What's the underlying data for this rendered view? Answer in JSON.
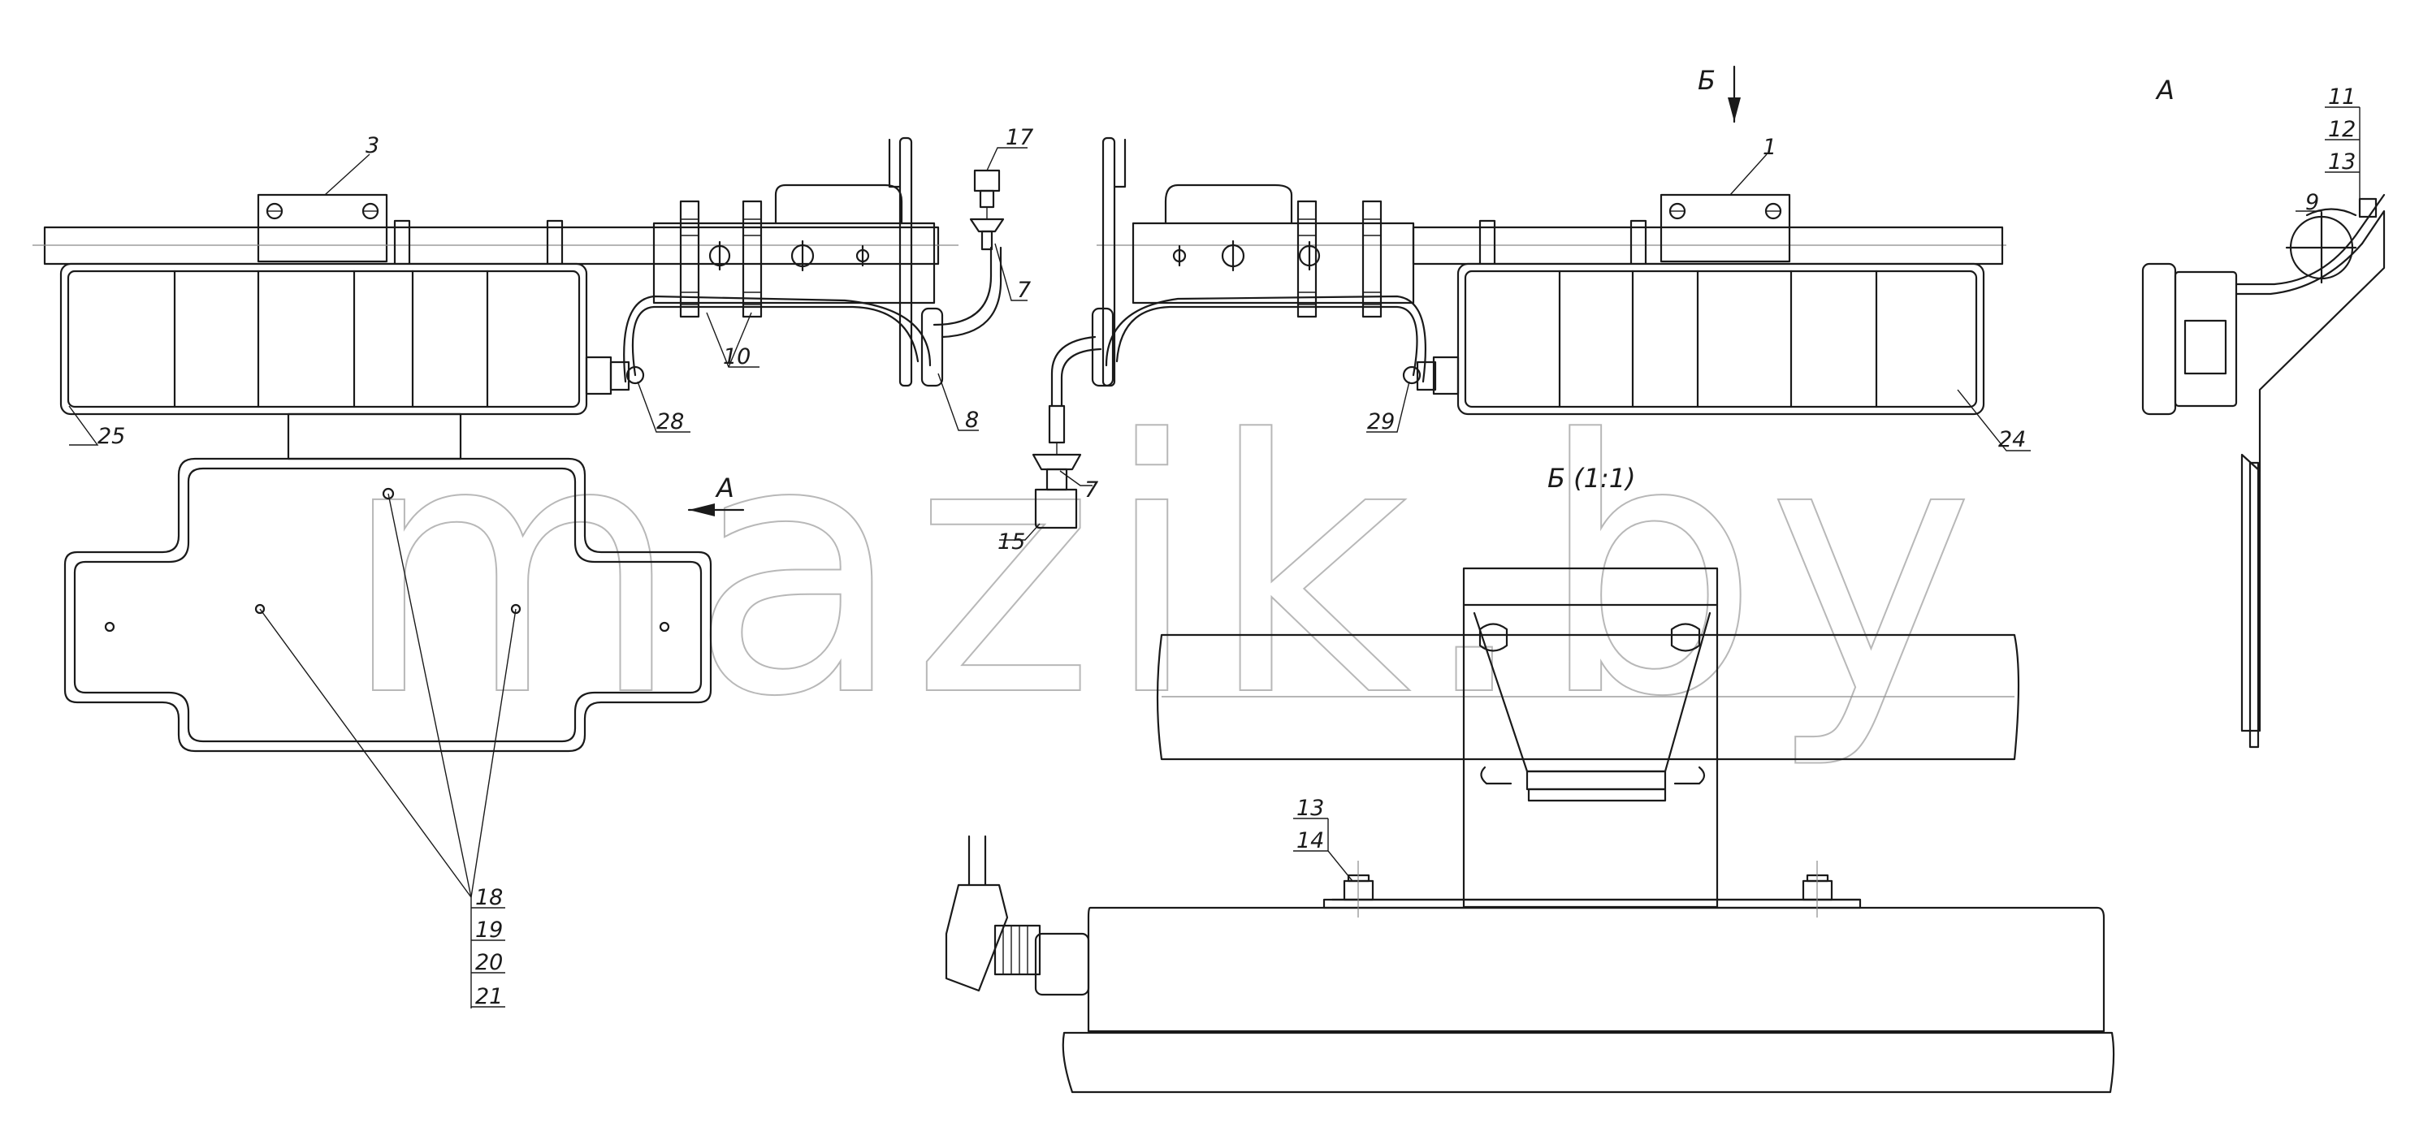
{
  "watermark": "mazik.by",
  "view_labels": {
    "view_a": "А",
    "view_b": "Б",
    "view_b_scale": "Б (1:1)",
    "arrow_a": "А"
  },
  "callouts": {
    "c1": "1",
    "c3": "3",
    "c7a": "7",
    "c7b": "7",
    "c8": "8",
    "c9": "9",
    "c10": "10",
    "c11": "11",
    "c12": "12",
    "c13a": "13",
    "c13b": "13",
    "c14": "14",
    "c15": "15",
    "c17": "17",
    "c18": "18",
    "c19": "19",
    "c20": "20",
    "c21": "21",
    "c24": "24",
    "c25": "25",
    "c28": "28",
    "c29": "29"
  }
}
